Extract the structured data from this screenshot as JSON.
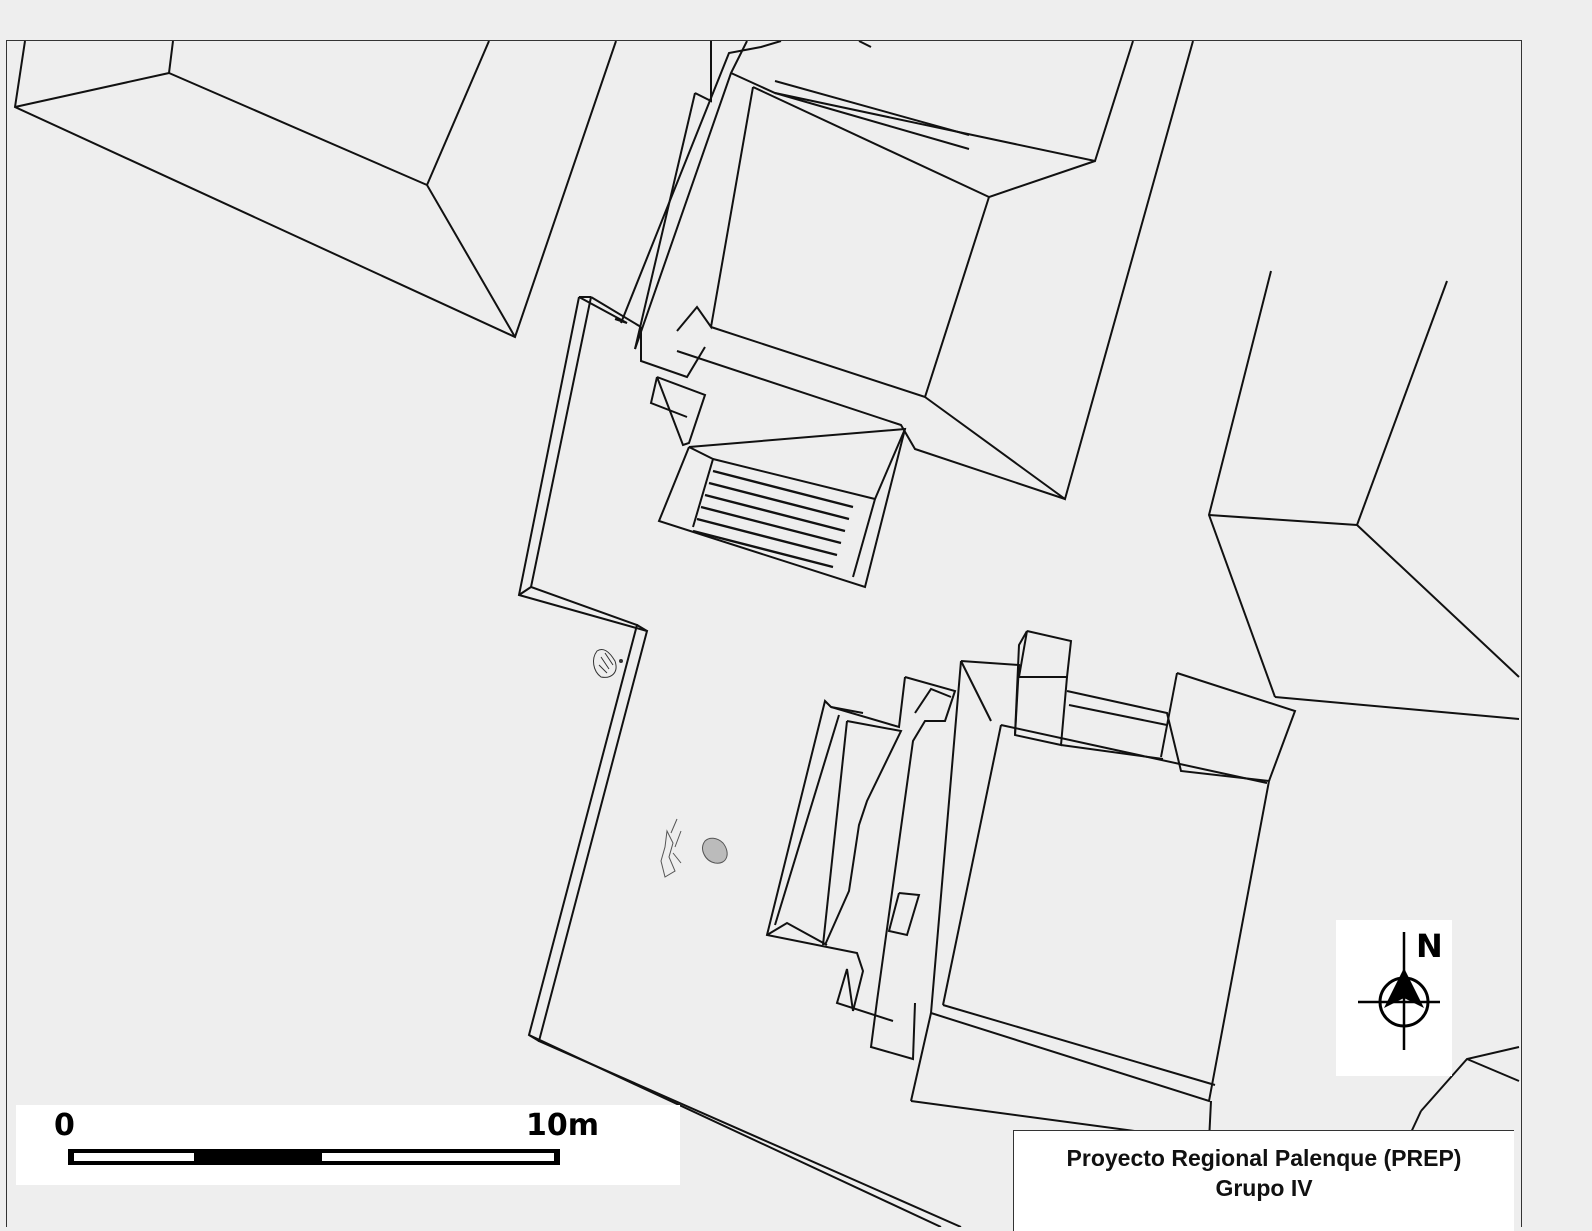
{
  "title": {
    "line1": "Proyecto Regional Palenque (PREP)",
    "line2": "Grupo IV"
  },
  "scale_bar": {
    "start_label": "0",
    "end_label": "10m",
    "segment_fills": [
      "white",
      "black",
      "white"
    ]
  },
  "north_arrow": {
    "label": "N",
    "icon": "north-arrow-icon"
  },
  "colors": {
    "background": "#eeeeee",
    "linework": "#111111",
    "panels": "#ffffff"
  }
}
